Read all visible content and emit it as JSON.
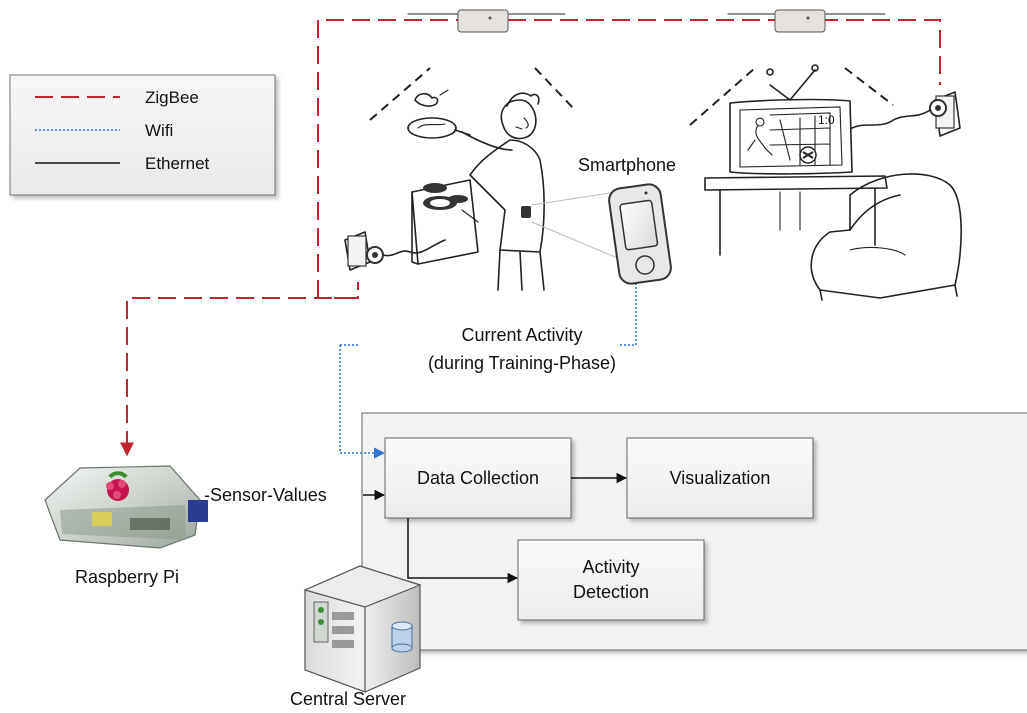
{
  "legend": {
    "items": [
      {
        "label": "ZigBee",
        "style": "dashed",
        "color": "#c0262d"
      },
      {
        "label": "Wifi",
        "style": "dotted",
        "color": "#2f74d0"
      },
      {
        "label": "Ethernet",
        "style": "solid",
        "color": "#111111"
      }
    ]
  },
  "labels": {
    "smartphone": "Smartphone",
    "current_activity_line1": "Current Activity",
    "current_activity_line2": "(during Training-Phase)",
    "sensor_values": "-Sensor-Values",
    "raspberry_pi": "Raspberry Pi",
    "central_server": "Central Server",
    "tv_score": "1:0"
  },
  "boxes": {
    "data_collection": "Data Collection",
    "visualization": "Visualization",
    "activity_detection_line1": "Activity",
    "activity_detection_line2": "Detection"
  },
  "colors": {
    "zigbee": "#c0262d",
    "wifi": "#2f74d0",
    "ethernet": "#111111",
    "panel_fill": "#f2f2f2",
    "box_fill": "#f4f4f4",
    "raspberry": "#c5134f"
  },
  "icons": [
    "ceiling-sensor-icon",
    "power-plug-icon",
    "smartphone-icon",
    "person-cooking-icon",
    "stove-icon",
    "television-icon",
    "armchair-icon",
    "raspberry-pi-icon",
    "server-icon"
  ]
}
